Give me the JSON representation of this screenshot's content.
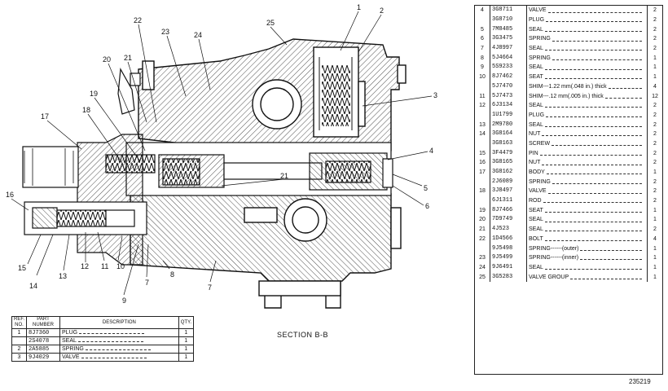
{
  "section_title": "SECTION B-B",
  "document_number": "235219",
  "callouts": [
    "1",
    "2",
    "3",
    "4",
    "5",
    "6",
    "7",
    "8",
    "9",
    "10",
    "11",
    "12",
    "13",
    "14",
    "15",
    "16",
    "17",
    "18",
    "19",
    "20",
    "21",
    "22",
    "23",
    "24",
    "25",
    "21"
  ],
  "left_table": {
    "headers": {
      "ref": "REF. NO.",
      "part": "PART NUMBER",
      "description": "DESCRIPTION",
      "qty": "QTY."
    },
    "rows": [
      {
        "ref": "1",
        "part": "8J7360",
        "description": "PLUG",
        "qty": "1"
      },
      {
        "ref": "",
        "part": "2S4078",
        "description": "SEAL",
        "qty": "1"
      },
      {
        "ref": "2",
        "part": "2A5885",
        "description": "SPRING",
        "qty": "1"
      },
      {
        "ref": "3",
        "part": "9J4029",
        "description": "VALVE",
        "qty": "1"
      }
    ]
  },
  "right_table": {
    "rows": [
      {
        "ref": "4",
        "part": "3G8711",
        "description": "VALVE",
        "qty": "2"
      },
      {
        "ref": "",
        "part": "3G8710",
        "description": "PLUG",
        "qty": "2"
      },
      {
        "ref": "5",
        "part": "7M8485",
        "description": "SEAL",
        "qty": "2"
      },
      {
        "ref": "6",
        "part": "3G3475",
        "description": "SPRING",
        "qty": "2"
      },
      {
        "ref": "7",
        "part": "4J8997",
        "description": "SEAL",
        "qty": "2"
      },
      {
        "ref": "8",
        "part": "5J4664",
        "description": "SPRING",
        "qty": "1"
      },
      {
        "ref": "9",
        "part": "5S9233",
        "description": "SEAL",
        "qty": "1"
      },
      {
        "ref": "10",
        "part": "8J7462",
        "description": "SEAT",
        "qty": "1"
      },
      {
        "ref": "",
        "part": "5J7470",
        "description": "SHIM---1.22 mm(.048 in.) thick",
        "qty": "4"
      },
      {
        "ref": "11",
        "part": "5J7473",
        "description": "SHIM---.12 mm(.005 in.) thick",
        "qty": "12"
      },
      {
        "ref": "12",
        "part": "6J3134",
        "description": "SEAL",
        "qty": "2"
      },
      {
        "ref": "",
        "part": "1U1799",
        "description": "PLUG",
        "qty": "2"
      },
      {
        "ref": "13",
        "part": "2M9780",
        "description": "SEAL",
        "qty": "2"
      },
      {
        "ref": "14",
        "part": "3G8164",
        "description": "NUT",
        "qty": "2"
      },
      {
        "ref": "",
        "part": "3G8163",
        "description": "SCREW",
        "qty": "2"
      },
      {
        "ref": "15",
        "part": "3F4479",
        "description": "PIN",
        "qty": "2"
      },
      {
        "ref": "16",
        "part": "3G8165",
        "description": "NUT",
        "qty": "2"
      },
      {
        "ref": "17",
        "part": "3G8162",
        "description": "BODY",
        "qty": "1"
      },
      {
        "ref": "",
        "part": "2J6089",
        "description": "SPRING",
        "qty": "2"
      },
      {
        "ref": "18",
        "part": "3J8497",
        "description": "VALVE",
        "qty": "2"
      },
      {
        "ref": "",
        "part": "6J1311",
        "description": "ROD",
        "qty": "2"
      },
      {
        "ref": "19",
        "part": "8J7466",
        "description": "SEAT",
        "qty": "1"
      },
      {
        "ref": "20",
        "part": "7D9749",
        "description": "SEAL",
        "qty": "1"
      },
      {
        "ref": "21",
        "part": "4J523",
        "description": "SEAL",
        "qty": "2"
      },
      {
        "ref": "22",
        "part": "1D4566",
        "description": "BOLT",
        "qty": "4"
      },
      {
        "ref": "",
        "part": "9J5498",
        "description": "SPRING------(outer)",
        "qty": "1"
      },
      {
        "ref": "23",
        "part": "9J5499",
        "description": "SPRING------(inner)",
        "qty": "1"
      },
      {
        "ref": "24",
        "part": "9J6491",
        "description": "SEAL",
        "qty": "1"
      },
      {
        "ref": "25",
        "part": "3G5283",
        "description": "VALVE GROUP",
        "qty": "1"
      }
    ]
  }
}
